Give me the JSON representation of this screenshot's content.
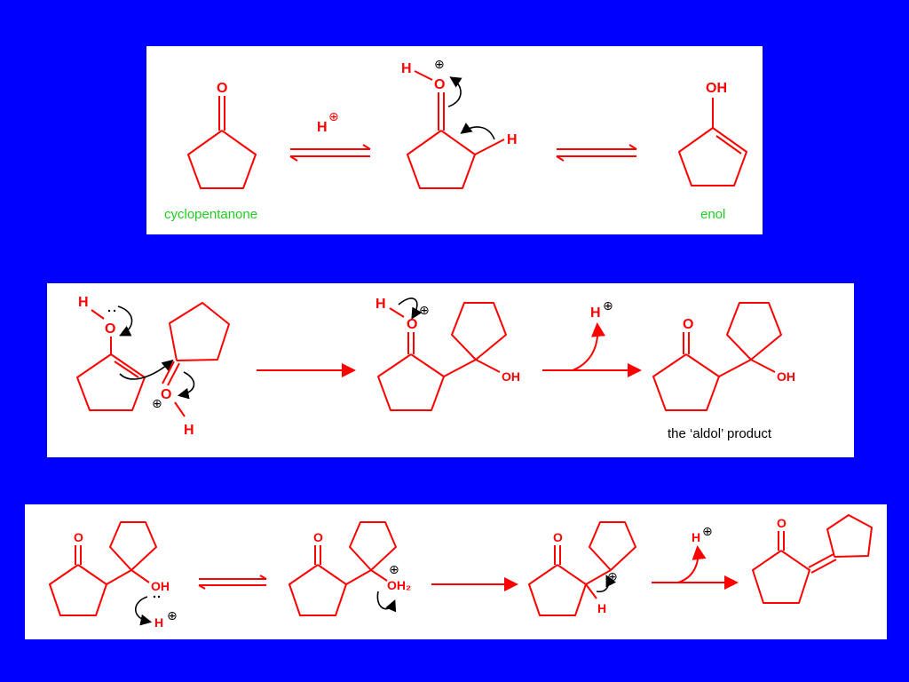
{
  "atoms": {
    "oxygen": "O",
    "hydrogen": "H",
    "hydroxyl": "OH",
    "water": "OH₂"
  },
  "charge_symbol": "⊕",
  "labels": {
    "cyclopentanone": "cyclopentanone",
    "enol": "enol",
    "aldol_product": "the ‘aldol’ product"
  },
  "colors": {
    "background": "#0000ff",
    "panel": "#ffffff",
    "structure": "#ff0000",
    "label_green": "#22cc22",
    "mechanism_arrow": "#000000"
  }
}
